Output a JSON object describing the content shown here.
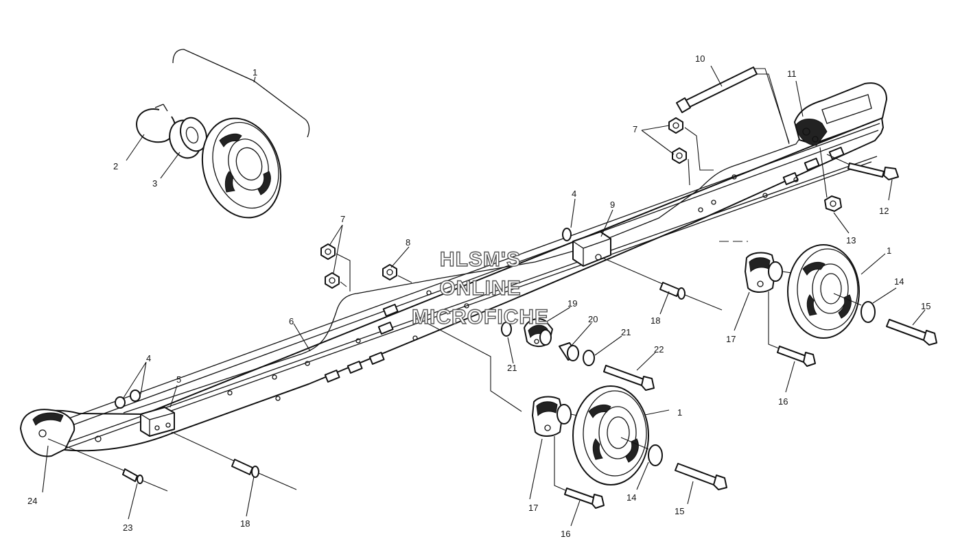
{
  "watermark": {
    "line1": "HLSM'S",
    "line2": "ONLINE",
    "line3": "MICROFICHE"
  },
  "callouts": {
    "c1_top": "1",
    "c2": "2",
    "c3": "3",
    "c4_mid": "4",
    "c4_left": "4",
    "c5": "5",
    "c6": "6",
    "c7_left": "7",
    "c7_right": "7",
    "c8": "8",
    "c9": "9",
    "c10": "10",
    "c11": "11",
    "c12": "12",
    "c13": "13",
    "c1_right": "1",
    "c14_right": "14",
    "c15_right": "15",
    "c16_right": "16",
    "c17_right": "17",
    "c18_mid": "18",
    "c19": "19",
    "c20": "20",
    "c21_upper": "21",
    "c21_lower": "21",
    "c22": "22",
    "c1_lower": "1",
    "c14_lower": "14",
    "c15_lower": "15",
    "c16_lower": "16",
    "c17_lower": "17",
    "c18_lower": "18",
    "c23": "23",
    "c24": "24"
  }
}
